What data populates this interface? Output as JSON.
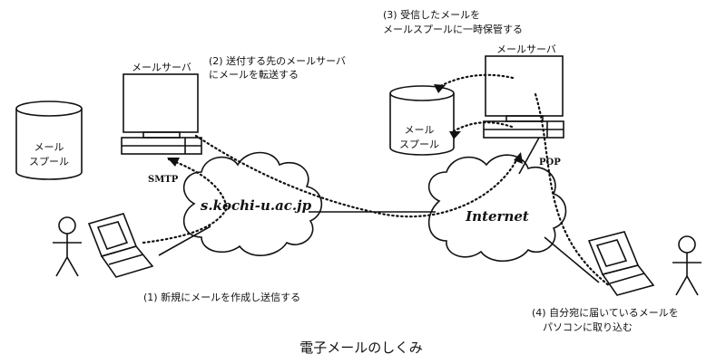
{
  "left_server": {
    "label": "メールサーバ",
    "spool": [
      "メール",
      "スプール"
    ]
  },
  "right_server": {
    "label": "メールサーバ",
    "spool": [
      "メール",
      "スプール"
    ]
  },
  "steps": {
    "s1": [
      "(1) 新規にメールを作成し送信する"
    ],
    "s2": [
      "(2) 送付する先のメールサーバ",
      "にメールを転送する"
    ],
    "s3": [
      "(3) 受信したメールを",
      "メールスプールに一時保管する"
    ],
    "s4": [
      "(4) 自分宛に届いているメールを",
      "パソコンに取り込む"
    ]
  },
  "protocols": {
    "smtp": "SMTP",
    "pop": "POP"
  },
  "networks": {
    "local": "s.kochi-u.ac.jp",
    "internet": "Internet"
  },
  "caption": "電子メールのしくみ",
  "icons": [
    "person-icon",
    "laptop-icon",
    "server-monitor-icon",
    "database-cylinder-icon",
    "cloud-icon"
  ]
}
